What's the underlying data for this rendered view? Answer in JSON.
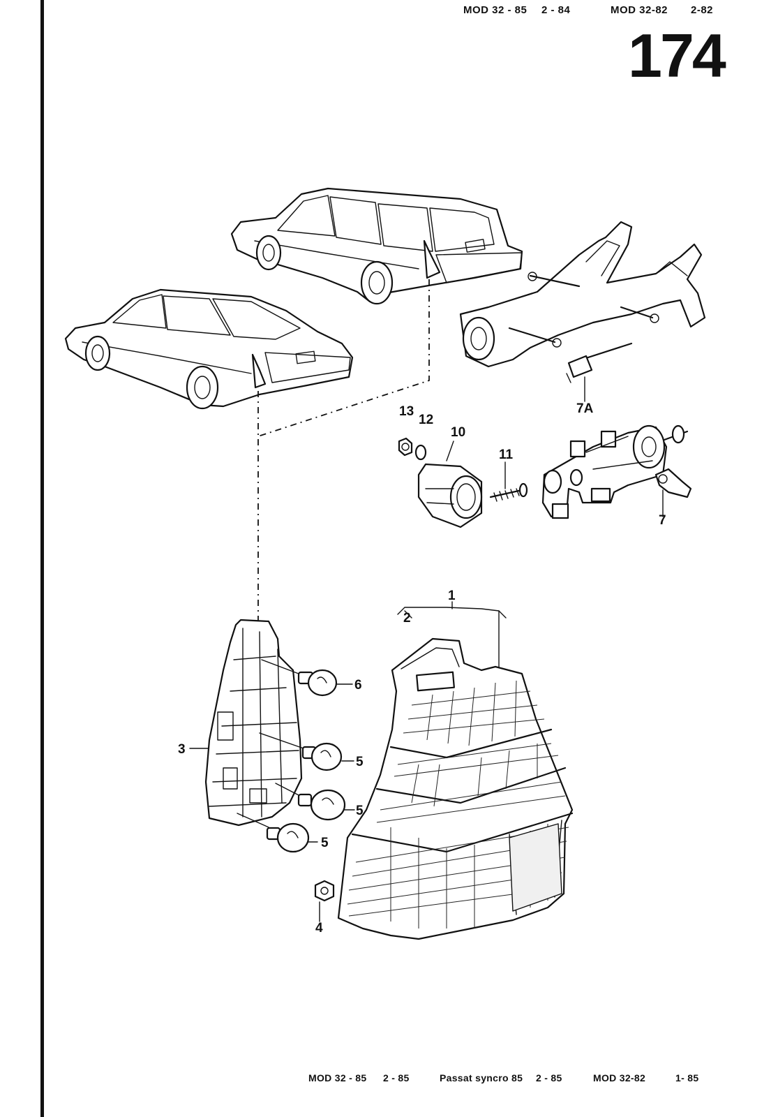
{
  "header": {
    "left_model": "MOD 32 - 85",
    "left_date": "2 - 84",
    "right_model": "MOD 32-82",
    "right_date": "2-82",
    "page_number": "174"
  },
  "callouts": {
    "c1": "1",
    "c2": "2",
    "c3": "3",
    "c4": "4",
    "c5a": "5",
    "c5b": "5",
    "c5c": "5",
    "c6": "6",
    "c7": "7",
    "c7a": "7A",
    "c10": "10",
    "c11": "11",
    "c12": "12",
    "c13": "13"
  },
  "footer": {
    "a_model": "MOD 32 - 85",
    "a_date": "2 - 85",
    "b_model": "Passat syncro 85",
    "b_date": "2 - 85",
    "c_model": "MOD 32-82",
    "c_date": "1- 85"
  },
  "icons": [
    "station-wagon-car",
    "hatchback-car",
    "rear-axle-beam",
    "brake-master-cylinder",
    "pressure-switch",
    "bulb-holder",
    "bulb",
    "tail-light-lens"
  ]
}
